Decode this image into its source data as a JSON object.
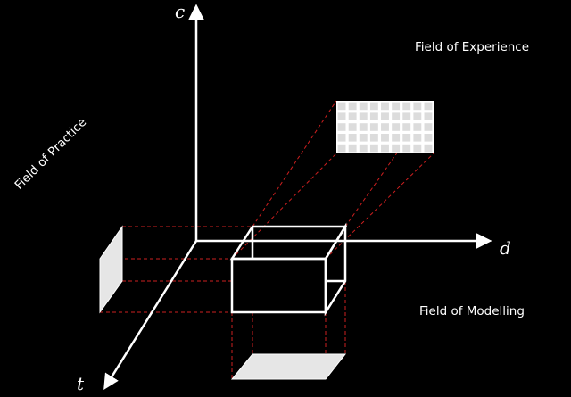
{
  "axes": {
    "vertical": "c",
    "horizontal": "d",
    "depth": "t"
  },
  "fields": {
    "experience": "Field of Experience",
    "practice": "Field of Practice",
    "modelling": "Field of Modelling"
  },
  "colors": {
    "background": "#000000",
    "line": "#ffffff",
    "projection": "#cc1f1f",
    "shadow_fill": "#e6e6e6"
  }
}
